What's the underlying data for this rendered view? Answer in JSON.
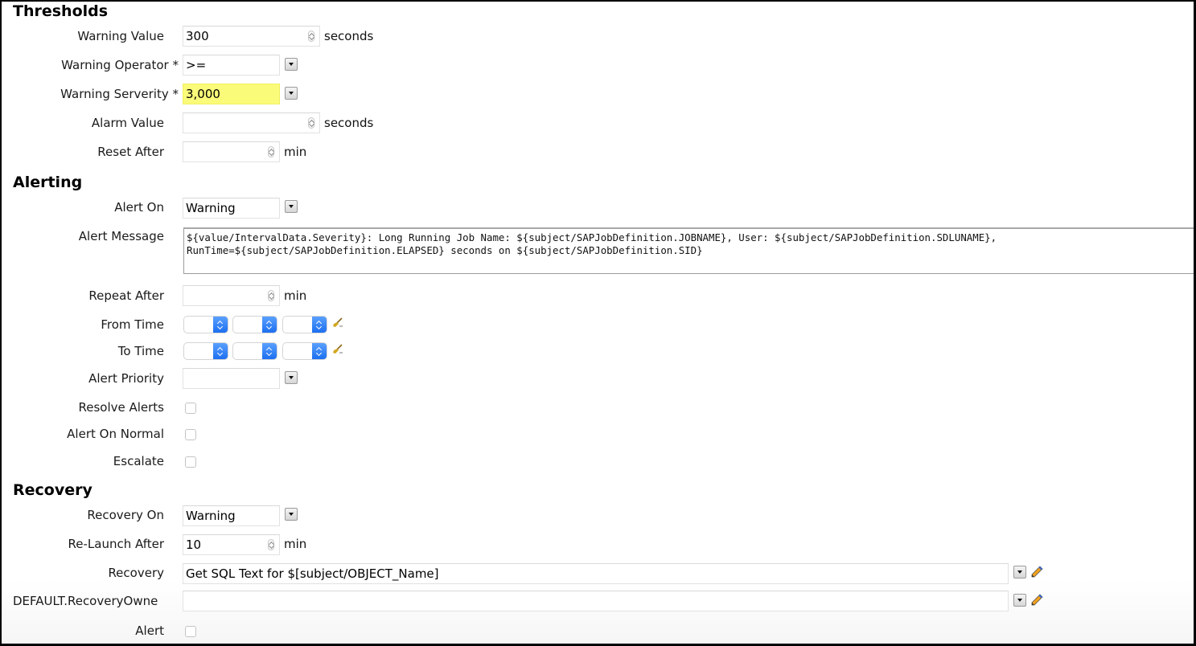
{
  "thresholds": {
    "title": "Thresholds",
    "warning_value": {
      "label": "Warning Value",
      "value": "300",
      "unit": "seconds"
    },
    "warning_operator": {
      "label": "Warning Operator *",
      "value": ">="
    },
    "warning_severity": {
      "label": "Warning Serverity *",
      "value": "3,000",
      "highlight_color": "#fbfb7a"
    },
    "alarm_value": {
      "label": "Alarm Value",
      "value": "",
      "unit": "seconds"
    },
    "reset_after": {
      "label": "Reset After",
      "value": "",
      "unit": "min"
    }
  },
  "alerting": {
    "title": "Alerting",
    "alert_on": {
      "label": "Alert On",
      "value": "Warning"
    },
    "alert_message": {
      "label": "Alert Message",
      "value": "${value/IntervalData.Severity}: Long Running Job Name: ${subject/SAPJobDefinition.JOBNAME}, User: ${subject/SAPJobDefinition.SDLUNAME},\nRunTime=${subject/SAPJobDefinition.ELAPSED} seconds on ${subject/SAPJobDefinition.SID}"
    },
    "repeat_after": {
      "label": "Repeat After",
      "value": "",
      "unit": "min"
    },
    "from_time": {
      "label": "From Time",
      "hour": "",
      "minute": "",
      "second": "",
      "clear_icon": "broom-icon"
    },
    "to_time": {
      "label": "To Time",
      "hour": "",
      "minute": "",
      "second": "",
      "clear_icon": "broom-icon"
    },
    "alert_priority": {
      "label": "Alert Priority",
      "value": ""
    },
    "resolve_alerts": {
      "label": "Resolve Alerts",
      "checked": false
    },
    "alert_on_normal": {
      "label": "Alert On Normal",
      "checked": false
    },
    "escalate": {
      "label": "Escalate",
      "checked": false
    }
  },
  "recovery": {
    "title": "Recovery",
    "recovery_on": {
      "label": "Recovery On",
      "value": "Warning"
    },
    "relaunch_after": {
      "label": "Re-Launch After",
      "value": "10",
      "unit": "min"
    },
    "recovery": {
      "label": "Recovery",
      "value": "Get SQL Text for $[subject/OBJECT_Name]",
      "edit_icon": "pencil-icon"
    },
    "recovery_owner": {
      "label": "DEFAULT.RecoveryOwne",
      "value": "",
      "edit_icon": "pencil-icon"
    },
    "alert": {
      "label": "Alert",
      "checked": false
    }
  },
  "colors": {
    "spinner_blue": "#1c6ff0",
    "highlight_yellow": "#fbfb7a"
  }
}
